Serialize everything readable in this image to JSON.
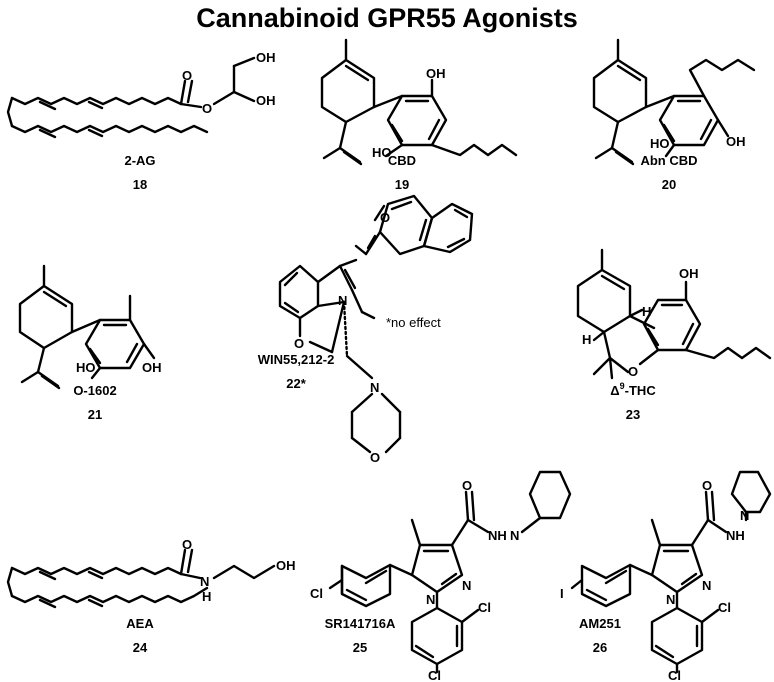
{
  "title": "Cannabinoid GPR55 Agonists",
  "compounds": [
    {
      "name": "2-AG",
      "number": "18"
    },
    {
      "name": "CBD",
      "number": "19"
    },
    {
      "name": "Abn CBD",
      "number": "20"
    },
    {
      "name": "O-1602",
      "number": "21"
    },
    {
      "name": "WIN55,212-2",
      "number": "22*"
    },
    {
      "name_prefix": "Δ",
      "name_sup": "9",
      "name_suffix": "-THC",
      "number": "23"
    },
    {
      "name": "AEA",
      "number": "24"
    },
    {
      "name": "SR141716A",
      "number": "25"
    },
    {
      "name": "AM251",
      "number": "26"
    }
  ],
  "note": "*no effect",
  "atoms": {
    "O": "O",
    "OH": "OH",
    "N": "N",
    "NH": "NH",
    "H": "H",
    "Cl": "Cl",
    "I": "I"
  }
}
